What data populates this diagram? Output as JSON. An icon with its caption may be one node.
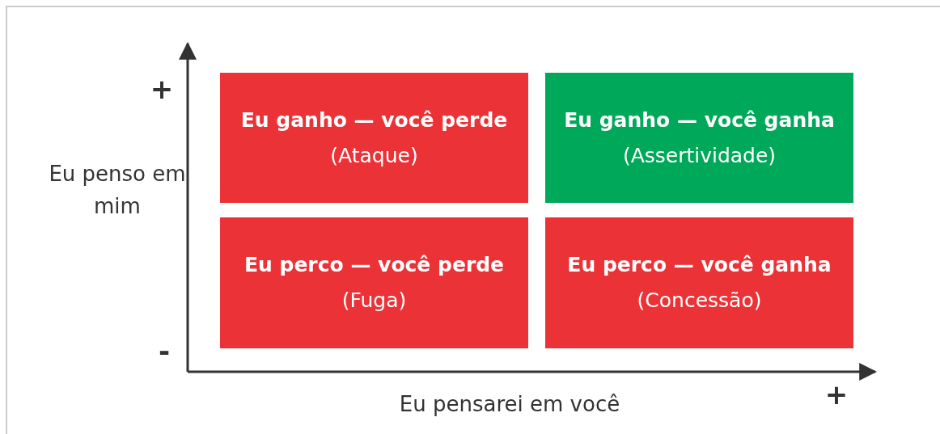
{
  "diagram": {
    "nodes": [
      {
        "text": [
          "Eu ganho — você perde",
          "(Ataque)"
        ]
      },
      {
        "text": [
          "Eu ganho — você ganha",
          "(Assertividade)"
        ]
      },
      {
        "text": [
          "Eu perco — você perde",
          "(Fuga)"
        ]
      },
      {
        "text": [
          "Eu perco — você ganha",
          "(Concessão)"
        ]
      }
    ],
    "edges": [],
    "labels": [
      "+",
      "Eu penso em mim",
      "-",
      "Eu pensarei em você",
      "+"
    ]
  }
}
